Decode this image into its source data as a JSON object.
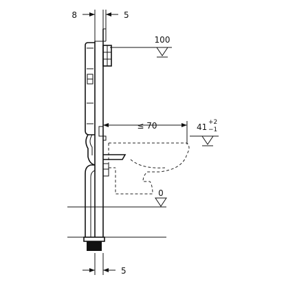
{
  "diagram": {
    "dimensions": {
      "top_left": "8",
      "top_right": "5",
      "bottom": "5",
      "horizontal_distance": "≤ 70",
      "level_top": "100",
      "level_middle_base": "41",
      "level_middle_tol_plus": "+2",
      "level_middle_tol_minus": "−1",
      "level_floor": "0"
    },
    "colors": {
      "line": "#111111",
      "background": "#ffffff"
    }
  }
}
